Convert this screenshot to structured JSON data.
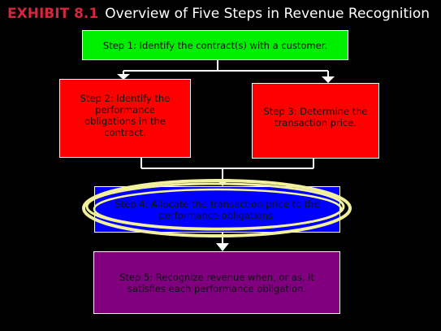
{
  "header": {
    "exhibit_label": "EXHIBIT 8.1",
    "title": "Overview of Five Steps in Revenue Recognition"
  },
  "steps": [
    {
      "label": "Step 1: Identify the contract(s) with a customer.",
      "color": "#00ee00"
    },
    {
      "label": "Step 2: Identify the performance obligations in the contract.",
      "color": "#ff0000"
    },
    {
      "label": "Step 3: Determine the transaction price.",
      "color": "#ff0000"
    },
    {
      "label": "Step 4: Allocate the transaction price to the performance obligations.",
      "color": "#0000ff"
    },
    {
      "label": "Step 5: Recognize revenue when, or as, it satisfies each performance obligation.",
      "color": "#800080"
    }
  ],
  "colors": {
    "background": "#000000",
    "exhibit_label": "#d5263c",
    "connector": "#ffffff",
    "highlight_ellipse": "#f2f09a"
  }
}
